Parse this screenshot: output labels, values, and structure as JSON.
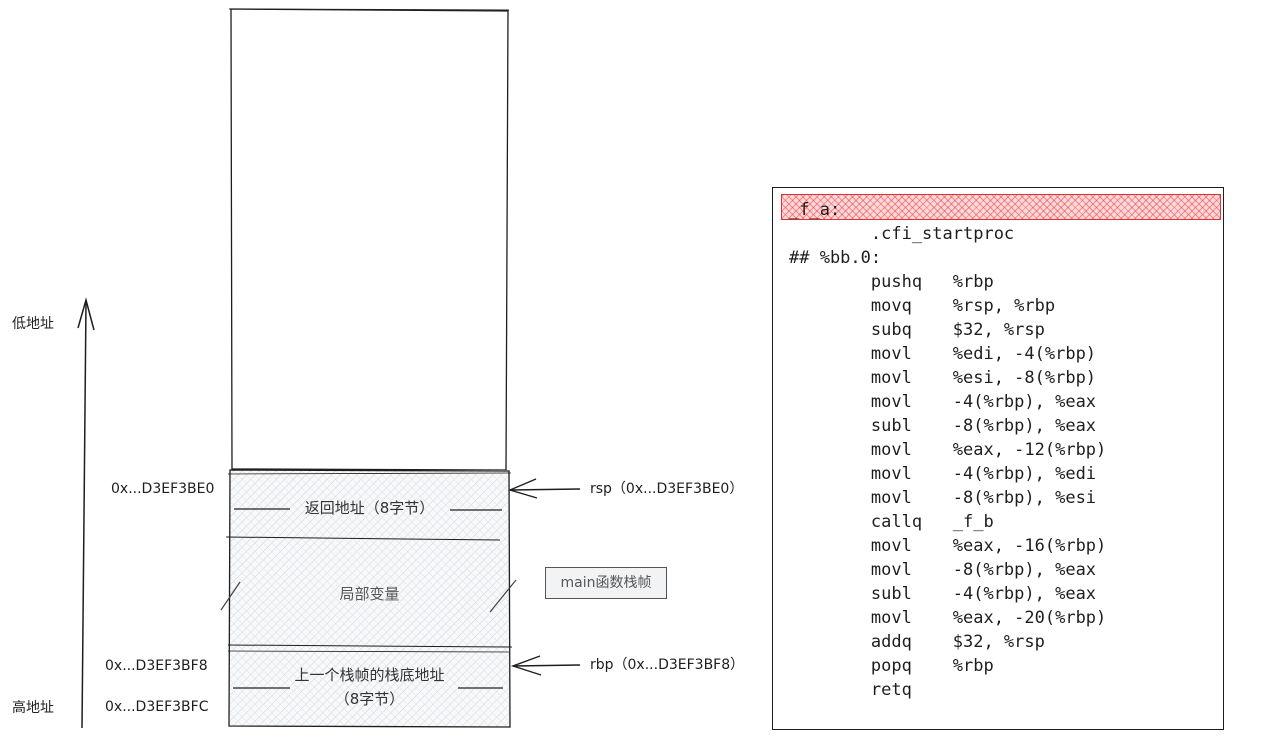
{
  "axis": {
    "low_label": "低地址",
    "high_label": "高地址"
  },
  "stack": {
    "cells": {
      "return_address": "返回地址（8字节）",
      "local_vars": "局部变量",
      "prev_frame_base_line1": "上一个栈帧的栈底地址",
      "prev_frame_base_line2": "（8字节）"
    },
    "addresses": {
      "addr_be0": "0x...D3EF3BE0",
      "addr_bf8": "0x...D3EF3BF8",
      "addr_bfc": "0x...D3EF3BFC"
    },
    "pointers": {
      "rsp": "rsp（0x...D3EF3BE0）",
      "rbp": "rbp（0x...D3EF3BF8）"
    },
    "frame_tag": "main函数栈帧"
  },
  "code": {
    "lines": [
      "_f_a:",
      "        .cfi_startproc",
      "## %bb.0:",
      "        pushq   %rbp",
      "        movq    %rsp, %rbp",
      "        subq    $32, %rsp",
      "        movl    %edi, -4(%rbp)",
      "        movl    %esi, -8(%rbp)",
      "        movl    -4(%rbp), %eax",
      "        subl    -8(%rbp), %eax",
      "        movl    %eax, -12(%rbp)",
      "        movl    -4(%rbp), %edi",
      "        movl    -8(%rbp), %esi",
      "        callq   _f_b",
      "        movl    %eax, -16(%rbp)",
      "        movl    -8(%rbp), %eax",
      "        subl    -4(%rbp), %eax",
      "        movl    %eax, -20(%rbp)",
      "        addq    $32, %rsp",
      "        popq    %rbp",
      "        retq"
    ]
  },
  "colors": {
    "stroke": "#1e1e1e",
    "highlight_fill": "#ffd6d9",
    "highlight_stroke": "#e03131",
    "hatch": "#ced4da"
  }
}
